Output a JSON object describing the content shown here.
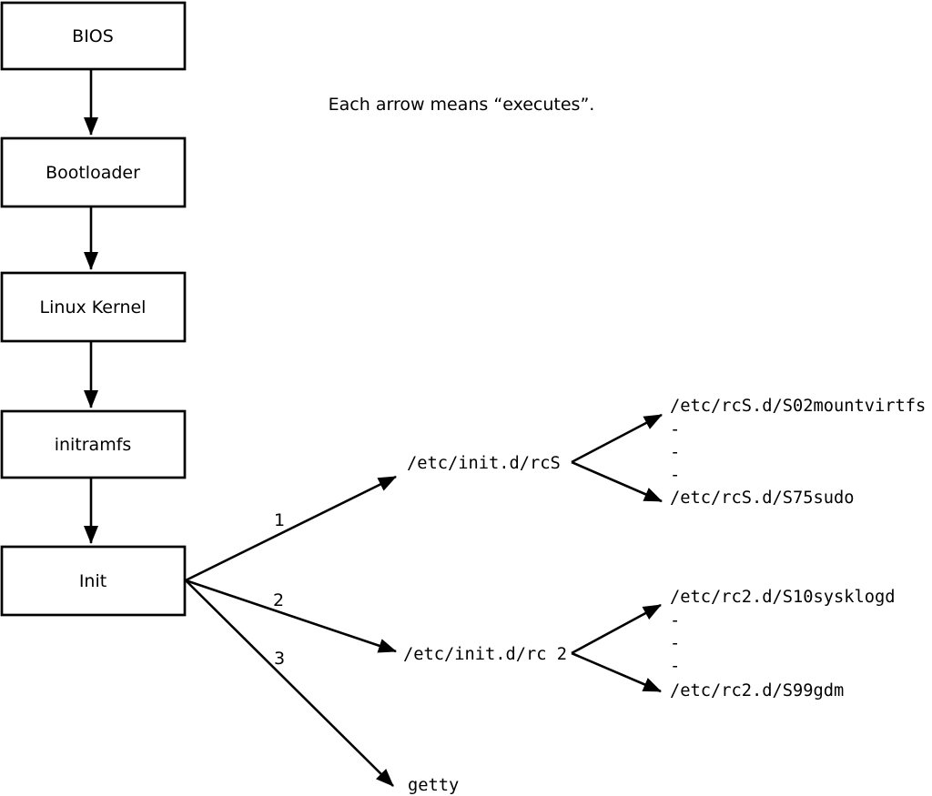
{
  "note": "Each arrow means “executes”.",
  "nodes": [
    {
      "label": "BIOS"
    },
    {
      "label": "Bootloader"
    },
    {
      "label": "Linux Kernel"
    },
    {
      "label": "initramfs"
    },
    {
      "label": "Init"
    }
  ],
  "edge_labels": {
    "rcs": "1",
    "rc2": "2",
    "getty": "3"
  },
  "targets": {
    "rcs": {
      "label": "/etc/init.d/rcS",
      "children": [
        "/etc/rcS.d/S02mountvirtfs",
        "-",
        "-",
        "-",
        "/etc/rcS.d/S75sudo"
      ]
    },
    "rc2": {
      "label": "/etc/init.d/rc 2",
      "children": [
        "/etc/rc2.d/S10sysklogd",
        "-",
        "-",
        "-",
        "/etc/rc2.d/S99gdm"
      ]
    },
    "getty": {
      "label": "getty"
    }
  },
  "colors": {
    "line": "#000000",
    "text": "#000000",
    "background": "#ffffff"
  }
}
